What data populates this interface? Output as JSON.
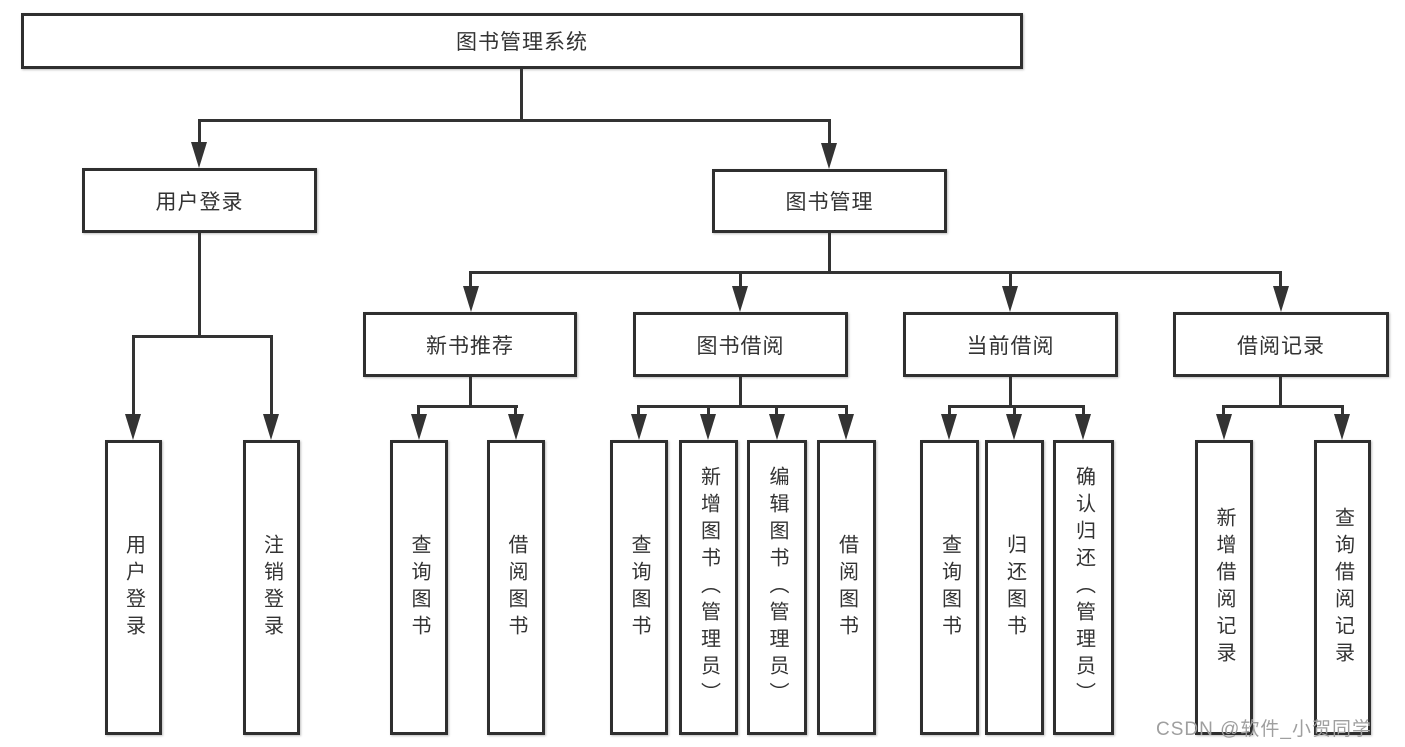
{
  "diagram": {
    "type": "tree",
    "orientation": "top-down",
    "line_color": "#333333",
    "box_border_color": "#2f2f2f",
    "box_fill_color": "#ffffff",
    "text_color": "#333333",
    "background_color": "#ffffff"
  },
  "nodes": {
    "root": "图书管理系统",
    "login": "用户登录",
    "mgmt": "图书管理",
    "new_book": "新书推荐",
    "borrow": "图书借阅",
    "current": "当前借阅",
    "records": "借阅记录",
    "user_login": "用户登录",
    "logout": "注销登录",
    "nb_query": "查询图书",
    "nb_borrow": "借阅图书",
    "bw_query": "查询图书",
    "bw_add": "新增图书（管理员）",
    "bw_edit": "编辑图书（管理员）",
    "bw_borrow": "借阅图书",
    "cur_query": "查询图书",
    "cur_return": "归还图书",
    "cur_confirm": "确认归还（管理员）",
    "rec_add": "新增借阅记录",
    "rec_query": "查询借阅记录"
  },
  "hierarchy": {
    "图书管理系统": {
      "用户登录": [
        "用户登录",
        "注销登录"
      ],
      "图书管理": {
        "新书推荐": [
          "查询图书",
          "借阅图书"
        ],
        "图书借阅": [
          "查询图书",
          "新增图书（管理员）",
          "编辑图书（管理员）",
          "借阅图书"
        ],
        "当前借阅": [
          "查询图书",
          "归还图书",
          "确认归还（管理员）"
        ],
        "借阅记录": [
          "新增借阅记录",
          "查询借阅记录"
        ]
      }
    }
  },
  "watermark": {
    "text": "CSDN @软件_小贺同学",
    "color": "#9f9f9f"
  }
}
